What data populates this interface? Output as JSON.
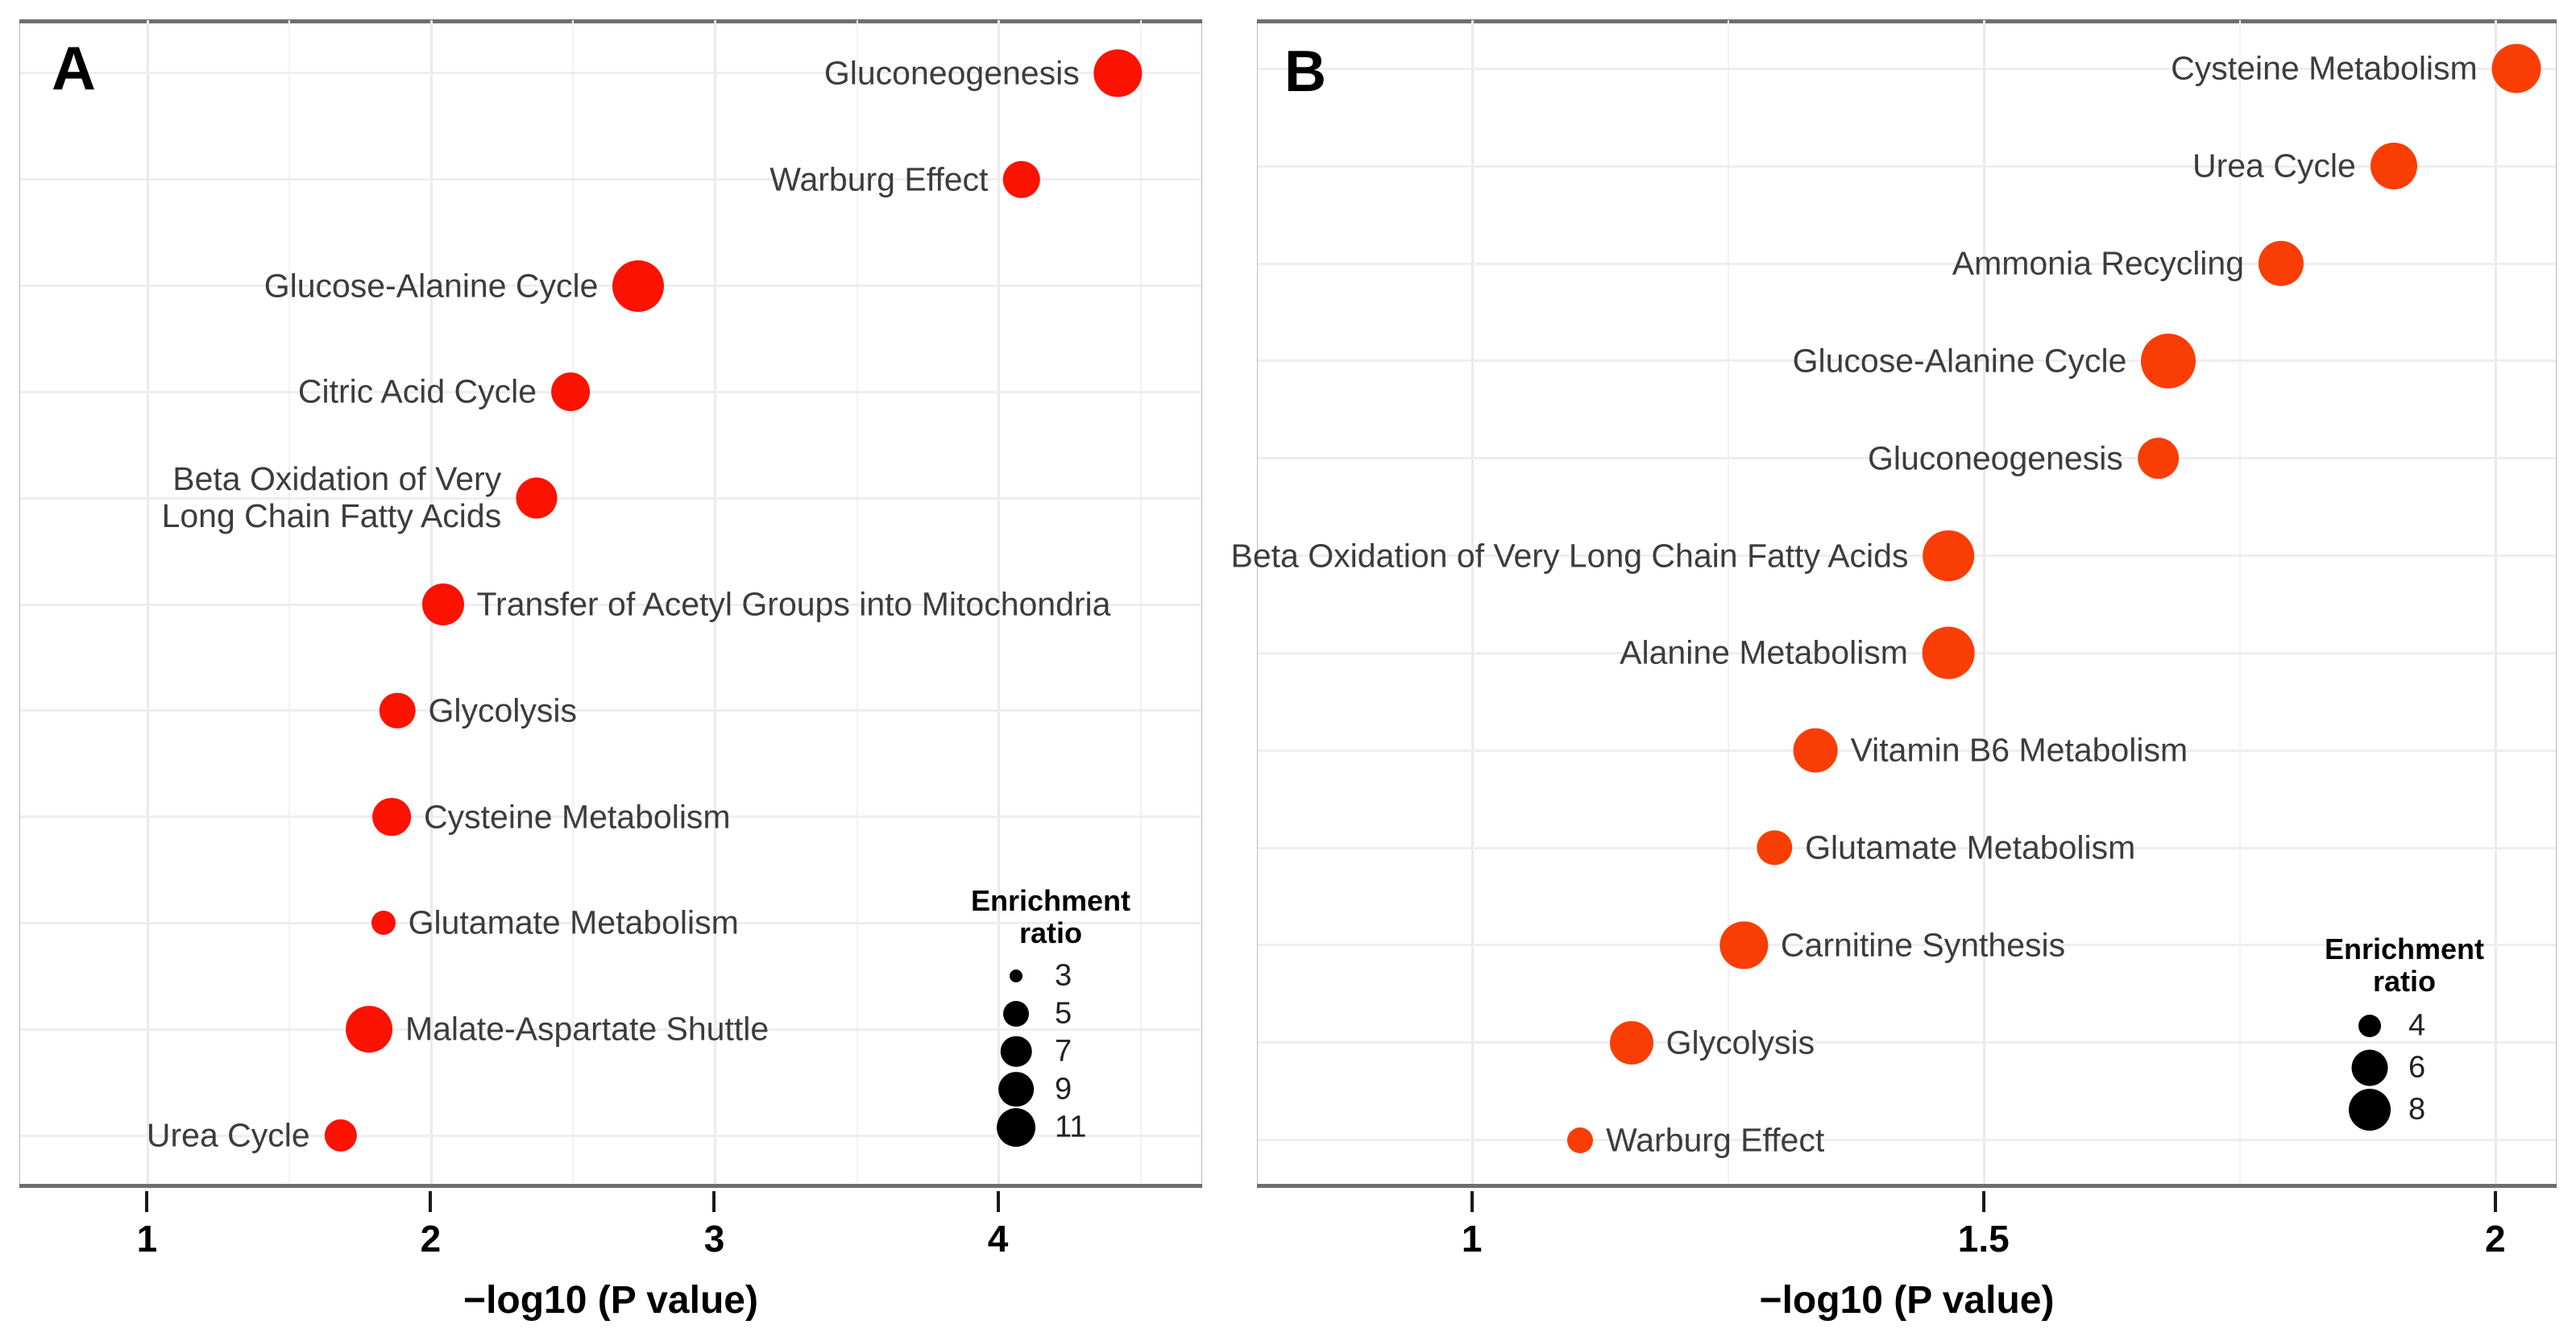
{
  "figure": {
    "panels": [
      "A",
      "B"
    ],
    "axis_title": "−log10 (P value)",
    "legend_title_line1": "Enrichment",
    "legend_title_line2": "ratio",
    "dot_color_a": "#FB1200",
    "dot_color_b": "#F83E04",
    "legend_swatch_color": "#000000",
    "grid_color": "#ECECEC",
    "panel_border_color": "#6E6E6E"
  },
  "chart_data": [
    {
      "type": "scatter",
      "panel": "A",
      "title": "",
      "xlabel": "−log10 (P value)",
      "ylabel": "",
      "xlim": [
        0.55,
        4.72
      ],
      "xticks": [
        1,
        2,
        3,
        4
      ],
      "xticklabels": [
        "1",
        "2",
        "3",
        "4"
      ],
      "grid": true,
      "size_legend": {
        "title": "Enrichment ratio",
        "values": [
          3,
          5,
          7,
          9,
          11
        ]
      },
      "categories": [
        "Gluconeogenesis",
        "Warburg Effect",
        "Glucose-Alanine Cycle",
        "Citric Acid Cycle",
        "Beta Oxidation of Very Long Chain Fatty Acids",
        "Transfer of Acetyl Groups into Mitochondria",
        "Glycolysis",
        "Cysteine Metabolism",
        "Glutamate Metabolism",
        "Malate-Aspartate Shuttle",
        "Urea Cycle"
      ],
      "points": [
        {
          "label": "Gluconeogenesis",
          "x": 4.42,
          "enrichment_ratio": 8.2,
          "label_side": "left",
          "label_lines": [
            "Gluconeogenesis"
          ]
        },
        {
          "label": "Warburg Effect",
          "x": 4.08,
          "enrichment_ratio": 5.4,
          "label_side": "left",
          "label_lines": [
            "Warburg Effect"
          ]
        },
        {
          "label": "Glucose-Alanine Cycle",
          "x": 2.73,
          "enrichment_ratio": 9.6,
          "label_side": "left",
          "label_lines": [
            "Glucose-Alanine Cycle"
          ]
        },
        {
          "label": "Citric Acid Cycle",
          "x": 2.49,
          "enrichment_ratio": 5.6,
          "label_side": "left",
          "label_lines": [
            "Citric Acid Cycle"
          ]
        },
        {
          "label": "Beta Oxidation of Very Long Chain Fatty Acids",
          "x": 2.37,
          "enrichment_ratio": 6.2,
          "label_side": "left",
          "label_lines": [
            "Beta Oxidation of Very",
            "Long Chain Fatty Acids"
          ]
        },
        {
          "label": "Transfer of Acetyl Groups into Mitochondria",
          "x": 2.04,
          "enrichment_ratio": 6.4,
          "label_side": "right",
          "label_lines": [
            "Transfer of Acetyl Groups into Mitochondria"
          ]
        },
        {
          "label": "Glycolysis",
          "x": 1.88,
          "enrichment_ratio": 5.1,
          "label_side": "right",
          "label_lines": [
            "Glycolysis"
          ]
        },
        {
          "label": "Cysteine Metabolism",
          "x": 1.86,
          "enrichment_ratio": 5.6,
          "label_side": "right",
          "label_lines": [
            "Cysteine Metabolism"
          ]
        },
        {
          "label": "Glutamate Metabolism",
          "x": 1.83,
          "enrichment_ratio": 4.1,
          "label_side": "right",
          "label_lines": [
            "Glutamate Metabolism"
          ]
        },
        {
          "label": "Malate-Aspartate Shuttle",
          "x": 1.78,
          "enrichment_ratio": 7.8,
          "label_side": "right",
          "label_lines": [
            "Malate-Aspartate Shuttle"
          ]
        },
        {
          "label": "Urea Cycle",
          "x": 1.68,
          "enrichment_ratio": 4.6,
          "label_side": "left",
          "label_lines": [
            "Urea Cycle"
          ]
        }
      ]
    },
    {
      "type": "scatter",
      "panel": "B",
      "title": "",
      "xlabel": "−log10 (P value)",
      "ylabel": "",
      "xlim": [
        0.79,
        2.06
      ],
      "xticks": [
        1,
        1.5,
        2
      ],
      "xticklabels": [
        "1",
        "1.5",
        "2"
      ],
      "grid": true,
      "size_legend": {
        "title": "Enrichment ratio",
        "values": [
          4,
          6,
          8
        ]
      },
      "categories": [
        "Cysteine Metabolism",
        "Urea Cycle",
        "Ammonia Recycling",
        "Glucose-Alanine Cycle",
        "Gluconeogenesis",
        "Beta Oxidation of Very Long Chain Fatty Acids",
        "Alanine Metabolism",
        "Vitamin B6 Metabolism",
        "Glutamate Metabolism",
        "Carnitine Synthesis",
        "Glycolysis",
        "Warburg Effect"
      ],
      "points": [
        {
          "label": "Cysteine Metabolism",
          "x": 2.02,
          "enrichment_ratio": 6.6,
          "label_side": "left",
          "label_lines": [
            "Cysteine Metabolism"
          ]
        },
        {
          "label": "Urea Cycle",
          "x": 1.9,
          "enrichment_ratio": 6.1,
          "label_side": "left",
          "label_lines": [
            "Urea Cycle"
          ]
        },
        {
          "label": "Ammonia Recycling",
          "x": 1.79,
          "enrichment_ratio": 5.8,
          "label_side": "left",
          "label_lines": [
            "Ammonia Recycling"
          ]
        },
        {
          "label": "Glucose-Alanine Cycle",
          "x": 1.68,
          "enrichment_ratio": 8.0,
          "label_side": "left",
          "label_lines": [
            "Glucose-Alanine Cycle"
          ]
        },
        {
          "label": "Gluconeogenesis",
          "x": 1.67,
          "enrichment_ratio": 5.2,
          "label_side": "left",
          "label_lines": [
            "Gluconeogenesis"
          ]
        },
        {
          "label": "Beta Oxidation of Very Long Chain Fatty Acids",
          "x": 1.465,
          "enrichment_ratio": 7.1,
          "label_side": "left",
          "label_lines": [
            "Beta Oxidation of Very Long Chain Fatty Acids"
          ]
        },
        {
          "label": "Alanine Metabolism",
          "x": 1.465,
          "enrichment_ratio": 7.3,
          "label_side": "left",
          "label_lines": [
            "Alanine Metabolism"
          ]
        },
        {
          "label": "Vitamin B6 Metabolism",
          "x": 1.335,
          "enrichment_ratio": 5.6,
          "label_side": "right",
          "label_lines": [
            "Vitamin B6 Metabolism"
          ]
        },
        {
          "label": "Glutamate Metabolism",
          "x": 1.295,
          "enrichment_ratio": 4.4,
          "label_side": "right",
          "label_lines": [
            "Glutamate Metabolism"
          ]
        },
        {
          "label": "Carnitine Synthesis",
          "x": 1.265,
          "enrichment_ratio": 6.3,
          "label_side": "right",
          "label_lines": [
            "Carnitine Synthesis"
          ]
        },
        {
          "label": "Glycolysis",
          "x": 1.155,
          "enrichment_ratio": 5.5,
          "label_side": "right",
          "label_lines": [
            "Glycolysis"
          ]
        },
        {
          "label": "Warburg Effect",
          "x": 1.105,
          "enrichment_ratio": 4.0,
          "label_side": "right",
          "label_lines": [
            "Warburg Effect"
          ]
        }
      ]
    }
  ]
}
